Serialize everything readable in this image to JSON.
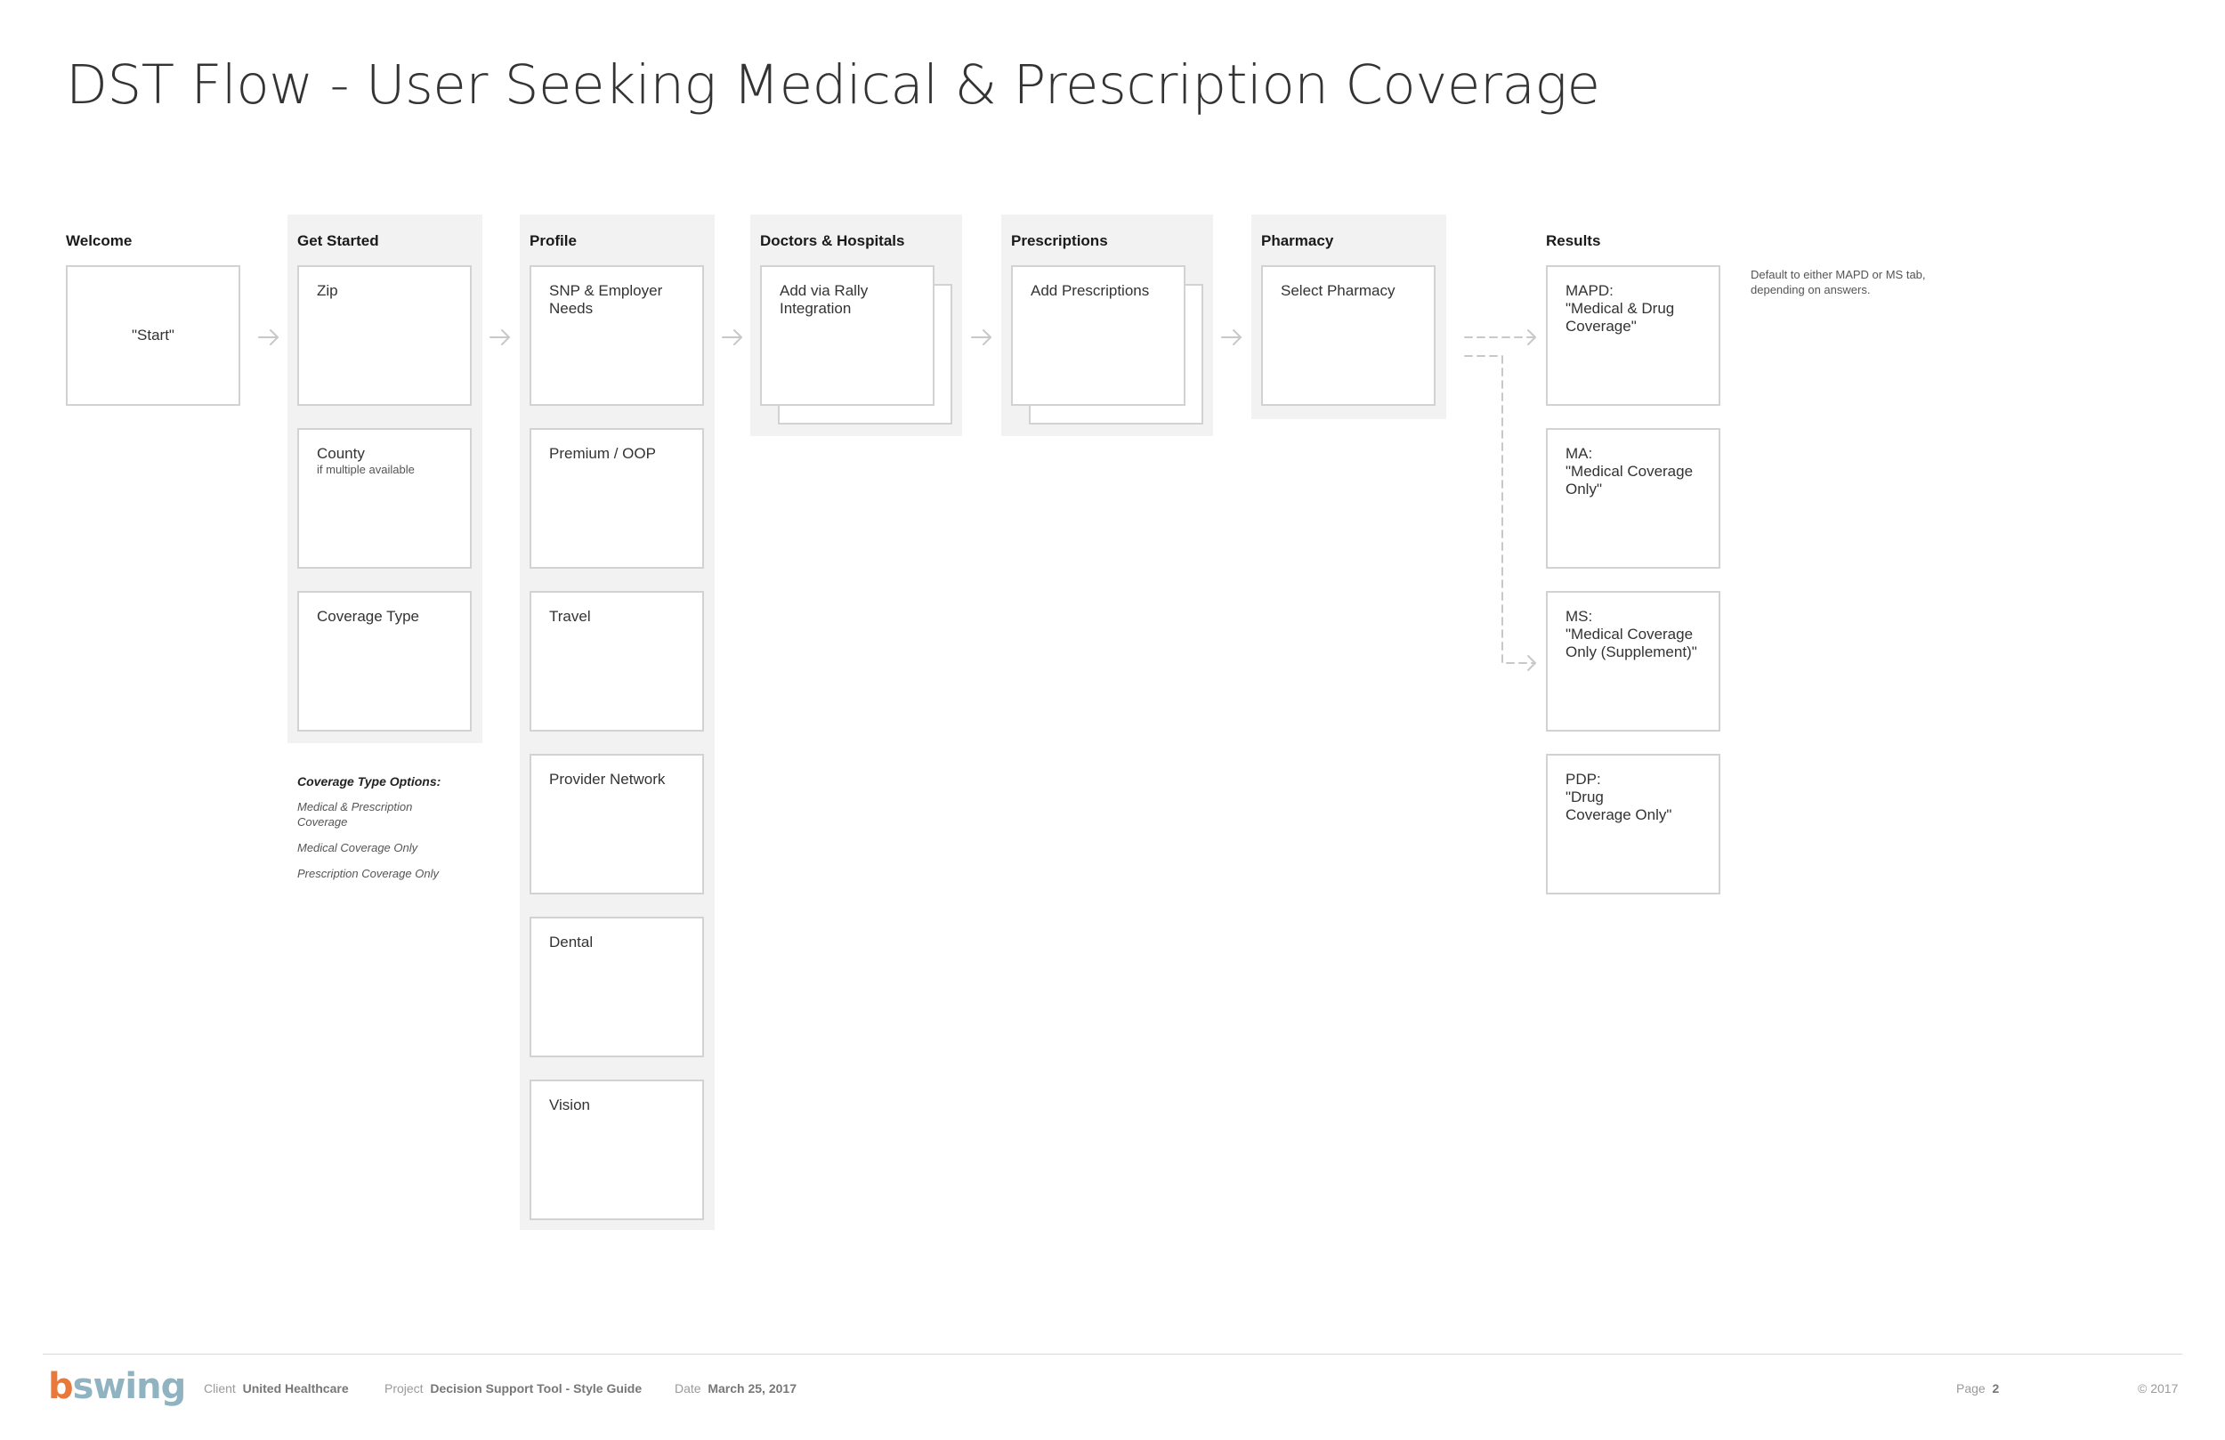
{
  "title": "DST Flow - User Seeking Medical & Prescription Coverage",
  "columns": {
    "welcome": {
      "title": "Welcome",
      "steps": [
        "\"Start\""
      ]
    },
    "get_started": {
      "title": "Get Started",
      "steps": [
        {
          "label": "Zip"
        },
        {
          "label": "County",
          "sub": "if multiple available"
        },
        {
          "label": "Coverage Type"
        }
      ]
    },
    "profile": {
      "title": "Profile",
      "steps": [
        "SNP & Employer Needs",
        "Premium / OOP",
        "Travel",
        "Provider Network",
        "Dental",
        "Vision"
      ]
    },
    "doctors": {
      "title": "Doctors & Hospitals",
      "steps": [
        "Add via Rally Integration"
      ]
    },
    "prescriptions": {
      "title": "Prescriptions",
      "steps": [
        "Add Prescriptions"
      ]
    },
    "pharmacy": {
      "title": "Pharmacy",
      "steps": [
        "Select Pharmacy"
      ]
    },
    "results": {
      "title": "Results",
      "steps": [
        {
          "lines": [
            "MAPD:",
            "\"Medical & Drug Coverage\""
          ]
        },
        {
          "lines": [
            "MA:",
            "\"Medical Coverage Only\""
          ]
        },
        {
          "lines": [
            "MS:",
            "\"Medical Coverage Only (Supplement)\""
          ]
        },
        {
          "lines": [
            "PDP:",
            "\"Drug Coverage Only\""
          ]
        }
      ]
    }
  },
  "results_note": "Default to either MAPD or MS tab, depending on answers.",
  "coverage_options": {
    "heading": "Coverage Type Options:",
    "items": [
      "Medical & Prescription Coverage",
      "Medical Coverage Only",
      "Prescription Coverage Only"
    ]
  },
  "footer": {
    "logo": {
      "b": "b",
      "rest": "swing"
    },
    "client_label": "Client",
    "client": "United Healthcare",
    "project_label": "Project",
    "project": "Decision Support Tool - Style Guide",
    "date_label": "Date",
    "date": "March 25, 2017",
    "page_label": "Page",
    "page": "2",
    "copyright": "© 2017"
  },
  "colors": {
    "panel": "#f2f2f3",
    "box_border": "#d2d2d2",
    "arrow": "#c8c8c8",
    "logo_orange": "#e8793a",
    "logo_blue": "#8fb3c0"
  }
}
